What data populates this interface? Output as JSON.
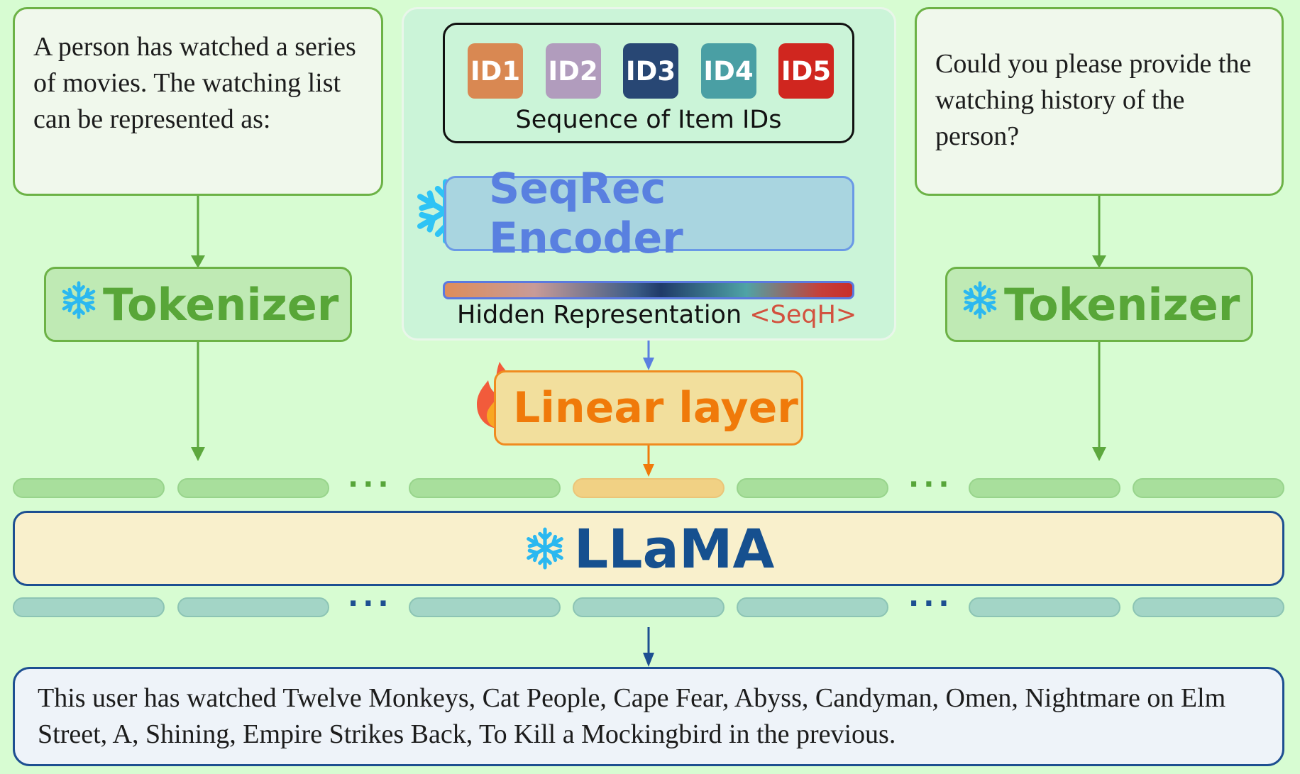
{
  "left_prompt": {
    "text": "A person has watched a series of movies. The watching list can be represented as:"
  },
  "right_prompt": {
    "text": "Could you please provide the watching history of the person?"
  },
  "left_tokenizer": {
    "label": "Tokenizer",
    "icon": "snowflake-icon"
  },
  "right_tokenizer": {
    "label": "Tokenizer",
    "icon": "snowflake-icon"
  },
  "item_ids": [
    {
      "label": "ID1",
      "color": "#d98852"
    },
    {
      "label": "ID2",
      "color": "#b19cbd"
    },
    {
      "label": "ID3",
      "color": "#284774"
    },
    {
      "label": "ID4",
      "color": "#4a9fa4"
    },
    {
      "label": "ID5",
      "color": "#d0261f"
    }
  ],
  "sequence_label": "Sequence of Item IDs",
  "encoder": {
    "label": "SeqRec Encoder",
    "icon": "snowflake-icon"
  },
  "hidden": {
    "label": "Hidden Representation",
    "token": "<SeqH>"
  },
  "linear": {
    "label": "Linear layer",
    "icon": "flame-icon"
  },
  "llama": {
    "label": "LLaMA",
    "icon": "snowflake-icon"
  },
  "ellipsis": "···",
  "output": {
    "text": "This user has watched Twelve Monkeys, Cat People, Cape Fear, Abyss, Candyman, Omen, Nightmare on Elm Street, A, Shining, Empire Strikes Back, To Kill a Mockingbird in the previous."
  },
  "colors": {
    "background": "#d7fcd2",
    "green_accent": "#6cb246",
    "blue_accent": "#5980e0",
    "orange_accent": "#f07a0a",
    "navy_accent": "#1d4f91",
    "snowflake": "#2bb8f0"
  }
}
